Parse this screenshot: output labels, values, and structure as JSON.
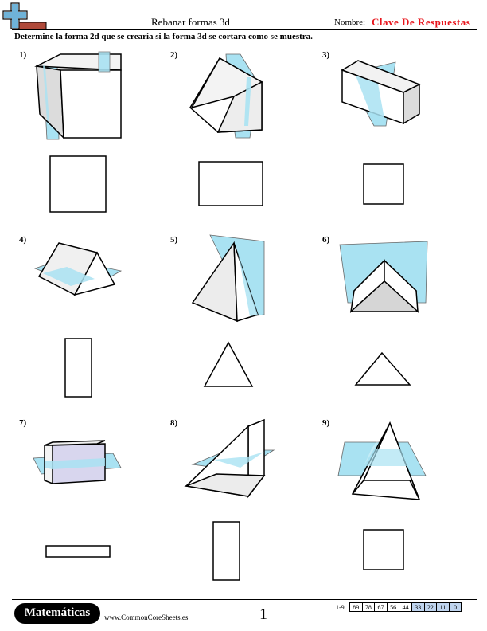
{
  "header": {
    "title": "Rebanar formas 3d",
    "name_label": "Nombre:",
    "name_value": "Clave De Respuestas"
  },
  "instructions": "Determine la forma 2d que se crearía si la forma 3d se cortara como se muestra.",
  "problems": [
    {
      "number": "1)",
      "answer_shape": "square"
    },
    {
      "number": "2)",
      "answer_shape": "rectangle"
    },
    {
      "number": "3)",
      "answer_shape": "square"
    },
    {
      "number": "4)",
      "answer_shape": "rectangle"
    },
    {
      "number": "5)",
      "answer_shape": "triangle"
    },
    {
      "number": "6)",
      "answer_shape": "triangle"
    },
    {
      "number": "7)",
      "answer_shape": "rectangle"
    },
    {
      "number": "8)",
      "answer_shape": "rectangle"
    },
    {
      "number": "9)",
      "answer_shape": "square"
    }
  ],
  "colors": {
    "plane": "#a9e2f2",
    "accent": "#e8141b",
    "score_highlight": "#bfd4ee"
  },
  "footer": {
    "badge": "Matemáticas",
    "site": "www.CommonCoreSheets.es",
    "page": "1",
    "range": "1-9",
    "scores": [
      "89",
      "78",
      "67",
      "56",
      "44",
      "33",
      "22",
      "11",
      "0"
    ]
  }
}
